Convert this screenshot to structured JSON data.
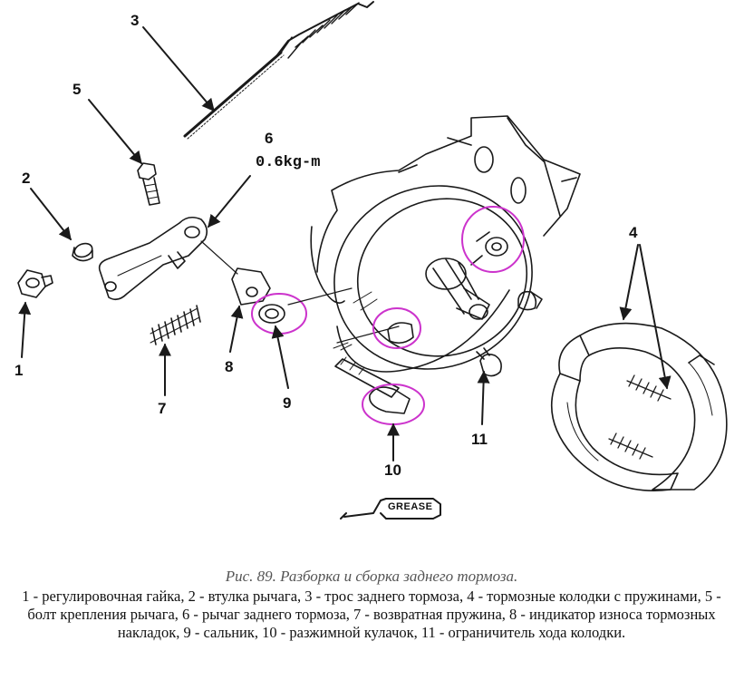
{
  "figure": {
    "title": "Рис. 89. Разборка и сборка заднего тормоза.",
    "caption": "1 - регулировочная гайка, 2 - втулка рычага, 3 - трос заднего тормоза, 4 - тормозные колодки с пружинами, 5 - болт крепления рычага, 6 - рычаг заднего тормоза, 7 - возвратная пружина, 8 - индикатор износа тормозных накладок, 9 - сальник, 10 - разжимной кулачок, 11 - ограничитель хода колодки."
  },
  "callouts": {
    "c1": "1",
    "c2": "2",
    "c3": "3",
    "c4": "4",
    "c5": "5",
    "c6": "6",
    "c7": "7",
    "c8": "8",
    "c9": "9",
    "c10": "10",
    "c11": "11"
  },
  "torque_label": "0.6kg-m",
  "grease_label": "GREASE",
  "colors": {
    "line": "#1a1a1a",
    "highlight": "#cc33cc"
  }
}
